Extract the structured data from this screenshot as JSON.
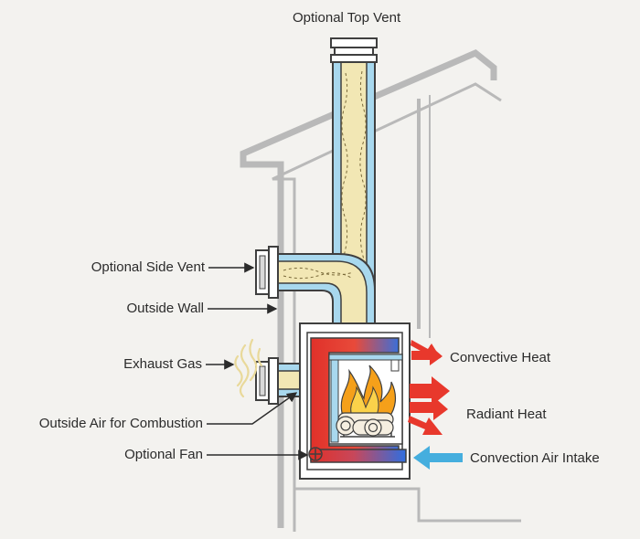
{
  "labels": {
    "top_vent": "Optional Top Vent",
    "side_vent": "Optional Side Vent",
    "outside_wall": "Outside Wall",
    "exhaust_gas": "Exhaust Gas",
    "outside_air": "Outside Air for Combustion",
    "fan": "Optional Fan",
    "convective_heat": "Convective Heat",
    "radiant_heat": "Radiant Heat",
    "convection_air_intake": "Convection Air Intake"
  },
  "colors": {
    "background": "#f3f2ef",
    "wall_gray": "#b9b9b9",
    "vent_blue": "#a8d8ee",
    "vent_outline": "#3f3f3f",
    "gas_yellow": "#f2e7b4",
    "hot_red": "#e0312a",
    "heat_arrow": "#e8382c",
    "intake_arrow": "#45aede",
    "flame_orange": "#f5a01a"
  }
}
